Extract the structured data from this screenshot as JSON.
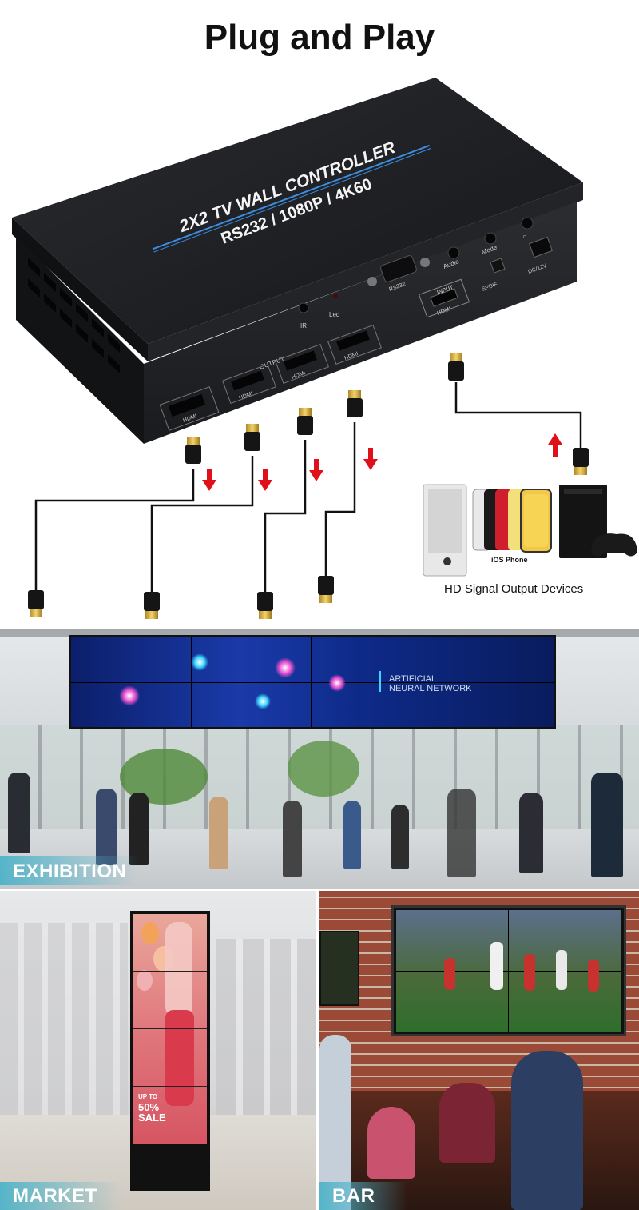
{
  "title": "Plug and Play",
  "device": {
    "top_line1": "2X2 TV WALL CONTROLLER",
    "top_line2": "RS232 / 1080P / 4K60",
    "port_rs232": "RS232",
    "port_audio": "Audio",
    "port_mode": "Mode",
    "port_headphone": "∩",
    "port_dc": "DC/12V",
    "port_spdif": "SPDIF",
    "port_input": "INPUT",
    "port_ir": "IR",
    "port_led": "Led",
    "port_output": "OUTPUT",
    "hdmi": "HDMI"
  },
  "sources": {
    "phone_label": "iOS Phone",
    "caption": "HD Signal Output Devices"
  },
  "scenes": {
    "exhibition_screen_text_1": "ARTIFICIAL",
    "exhibition_screen_text_2": "NEURAL NETWORK",
    "exhibition": "EXHIBITION",
    "market": "MARKET",
    "market_sign_1": "UP TO",
    "market_sign_2": "50%",
    "market_sign_3": "SALE",
    "bar": "BAR"
  },
  "colors": {
    "arrow_red": "#e0101a",
    "device_black": "#1e1f22",
    "label_teal": "#4fb3c8"
  }
}
